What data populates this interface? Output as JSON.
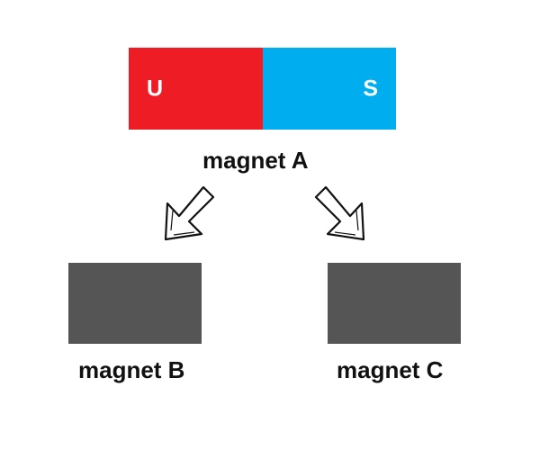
{
  "magnet_a": {
    "left_pole": "U",
    "right_pole": "S",
    "label": "magnet A",
    "left_color": "#ee1c25",
    "right_color": "#00aeef"
  },
  "magnet_b": {
    "label": "magnet B",
    "color": "#555555"
  },
  "magnet_c": {
    "label": "magnet C",
    "color": "#555555"
  },
  "arrows": {
    "left_icon": "arrow-down-left-icon",
    "right_icon": "arrow-down-right-icon"
  }
}
